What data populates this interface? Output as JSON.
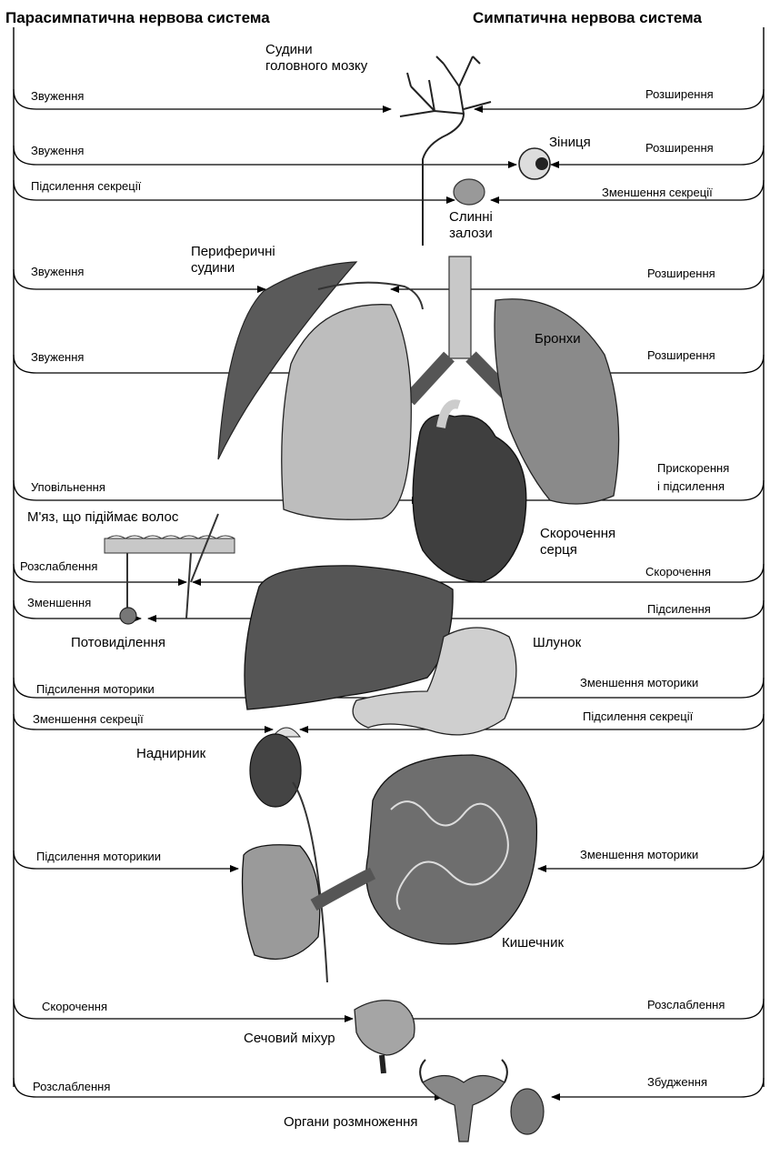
{
  "headers": {
    "left": "Парасимпатична  нервова система",
    "right": "Симпатична нервова система"
  },
  "organs": {
    "brain_vessels": [
      "Судини",
      "головного мозку"
    ],
    "pupil": "Зіниця",
    "salivary": [
      "Слинні",
      "залози"
    ],
    "peripheral_vessels": [
      "Периферичні",
      "судини"
    ],
    "bronchi": "Бронхи",
    "heart": [
      "Скорочення",
      "серця"
    ],
    "hair_muscle": "М'яз, що підіймає волос",
    "sweat": "Потовиділення",
    "stomach": "Шлунок",
    "adrenal": "Наднирник",
    "intestine": "Кишечник",
    "bladder": "Сечовий міхур",
    "reproductive": "Органи розмноження"
  },
  "parasympathetic": [
    "Звуження",
    "Звуження",
    "Підсилення секреції",
    "Звуження",
    "Звуження",
    "Уповільнення",
    "Розслаблення",
    "Зменшення",
    "Підсилення моторики",
    "Зменшення секреції",
    "Підсилення моторикии",
    "Скорочення",
    "Розслаблення"
  ],
  "sympathetic": [
    "Розширення",
    "Розширення",
    "Зменшення секреції",
    "Розширення",
    "Розширення",
    "Прискорення",
    "і підсилення",
    "Скорочення",
    "Підсилення",
    "Зменшення моторики",
    "Підсилення секреції",
    "Зменшення моторики",
    "Розслаблення",
    "Збудження"
  ]
}
